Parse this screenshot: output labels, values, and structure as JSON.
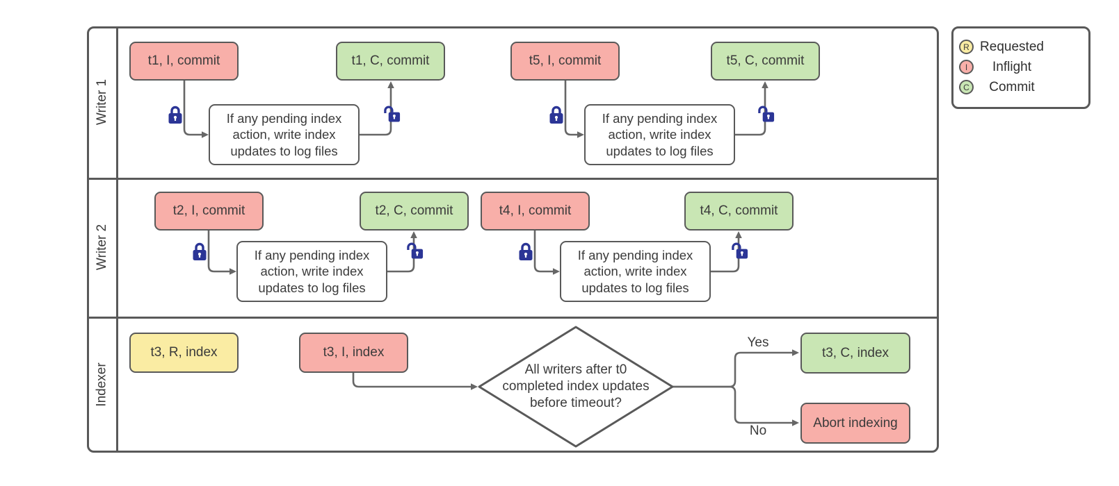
{
  "palette": {
    "requested": "#FAECA3",
    "inflight": "#F8AFA9",
    "commit": "#C9E6B4",
    "stroke": "#595959",
    "line": "#666666",
    "lock": "#2B3596"
  },
  "lanes": [
    {
      "label": "Writer 1"
    },
    {
      "label": "Writer 2"
    },
    {
      "label": "Indexer"
    }
  ],
  "nodes": {
    "t1_inflight": "t1, I, commit",
    "t1_commit": "t1, C, commit",
    "t5_inflight": "t5, I, commit",
    "t5_commit": "t5, C, commit",
    "t2_inflight": "t2, I, commit",
    "t2_commit": "t2, C, commit",
    "t4_inflight": "t4, I, commit",
    "t4_commit": "t4, C, commit",
    "t3_requested": "t3, R, index",
    "t3_inflight": "t3, I, index",
    "t3_commit": "t3, C, index",
    "abort": "Abort indexing",
    "process_note": [
      "If any pending index",
      "action, write index",
      "updates to log files"
    ],
    "decision": [
      "All writers after t0",
      "completed index updates",
      "before timeout?"
    ]
  },
  "branch_labels": {
    "yes": "Yes",
    "no": "No"
  },
  "legend": {
    "items": [
      {
        "symbol": "R",
        "label": "Requested",
        "type": "requested"
      },
      {
        "symbol": "I",
        "label": "Inflight",
        "type": "inflight"
      },
      {
        "symbol": "C",
        "label": "Commit",
        "type": "commit"
      }
    ]
  }
}
